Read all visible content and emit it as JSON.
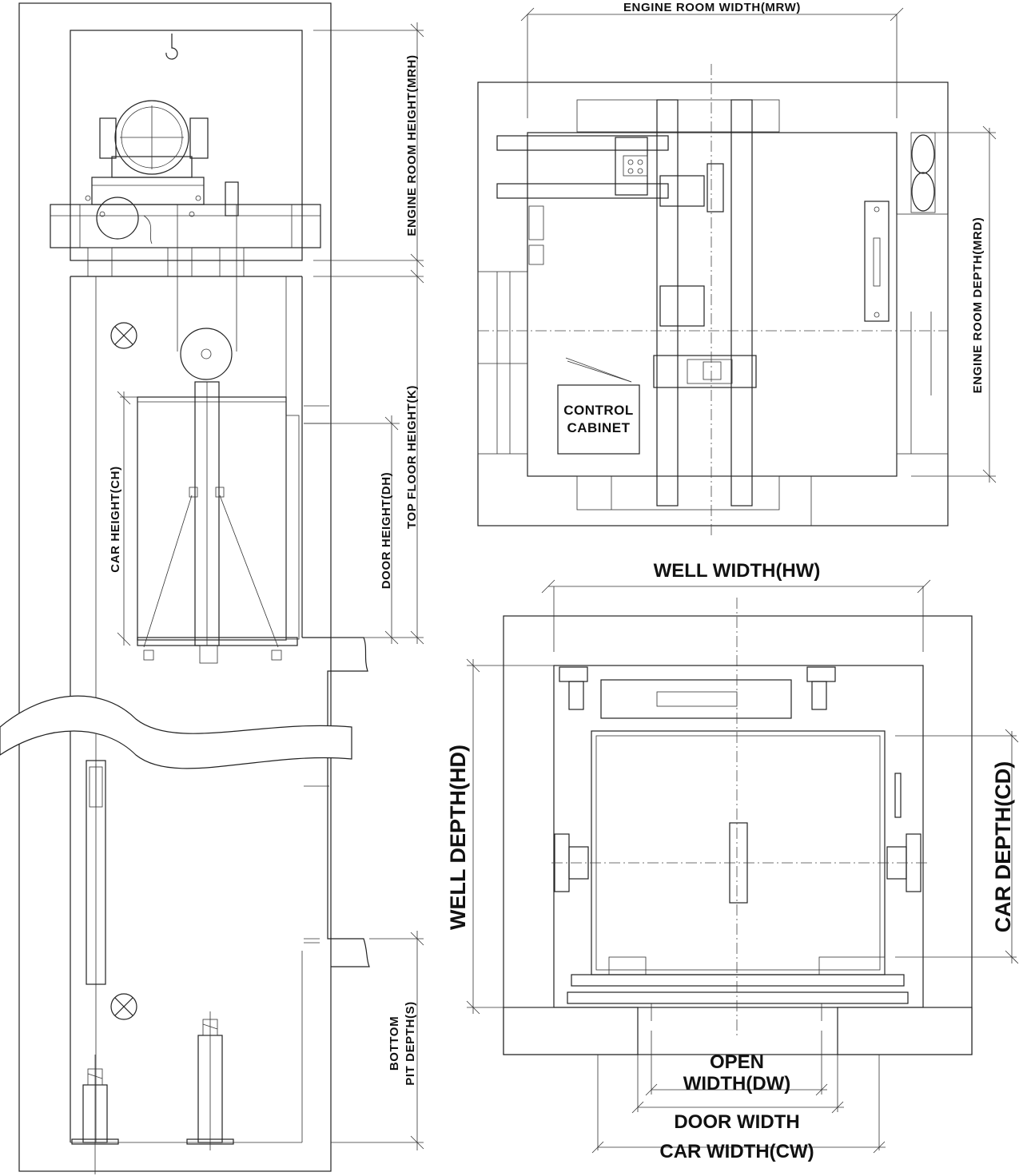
{
  "labels": {
    "engine_room_height": "ENGINE ROOM HEIGHT(MRH)",
    "top_floor_height": "TOP FLOOR HEIGHT(K)",
    "door_height": "DOOR HEIGHT(DH)",
    "car_height": "CAR HEIGHT(CH)",
    "bottom_pit_depth_line1": "BOTTOM",
    "bottom_pit_depth_line2": "PIT DEPTH(S)",
    "engine_room_width": "ENGINE ROOM WIDTH(MRW)",
    "engine_room_depth": "ENGINE ROOM DEPTH(MRD)",
    "control_cabinet_line1": "CONTROL",
    "control_cabinet_line2": "CABINET",
    "well_width": "WELL WIDTH(HW)",
    "well_depth": "WELL DEPTH(HD)",
    "car_depth": "CAR DEPTH(CD)",
    "open_width_line1": "OPEN",
    "open_width_line2": "WIDTH(DW)",
    "door_width": "DOOR WIDTH",
    "car_width": "CAR WIDTH(CW)"
  }
}
